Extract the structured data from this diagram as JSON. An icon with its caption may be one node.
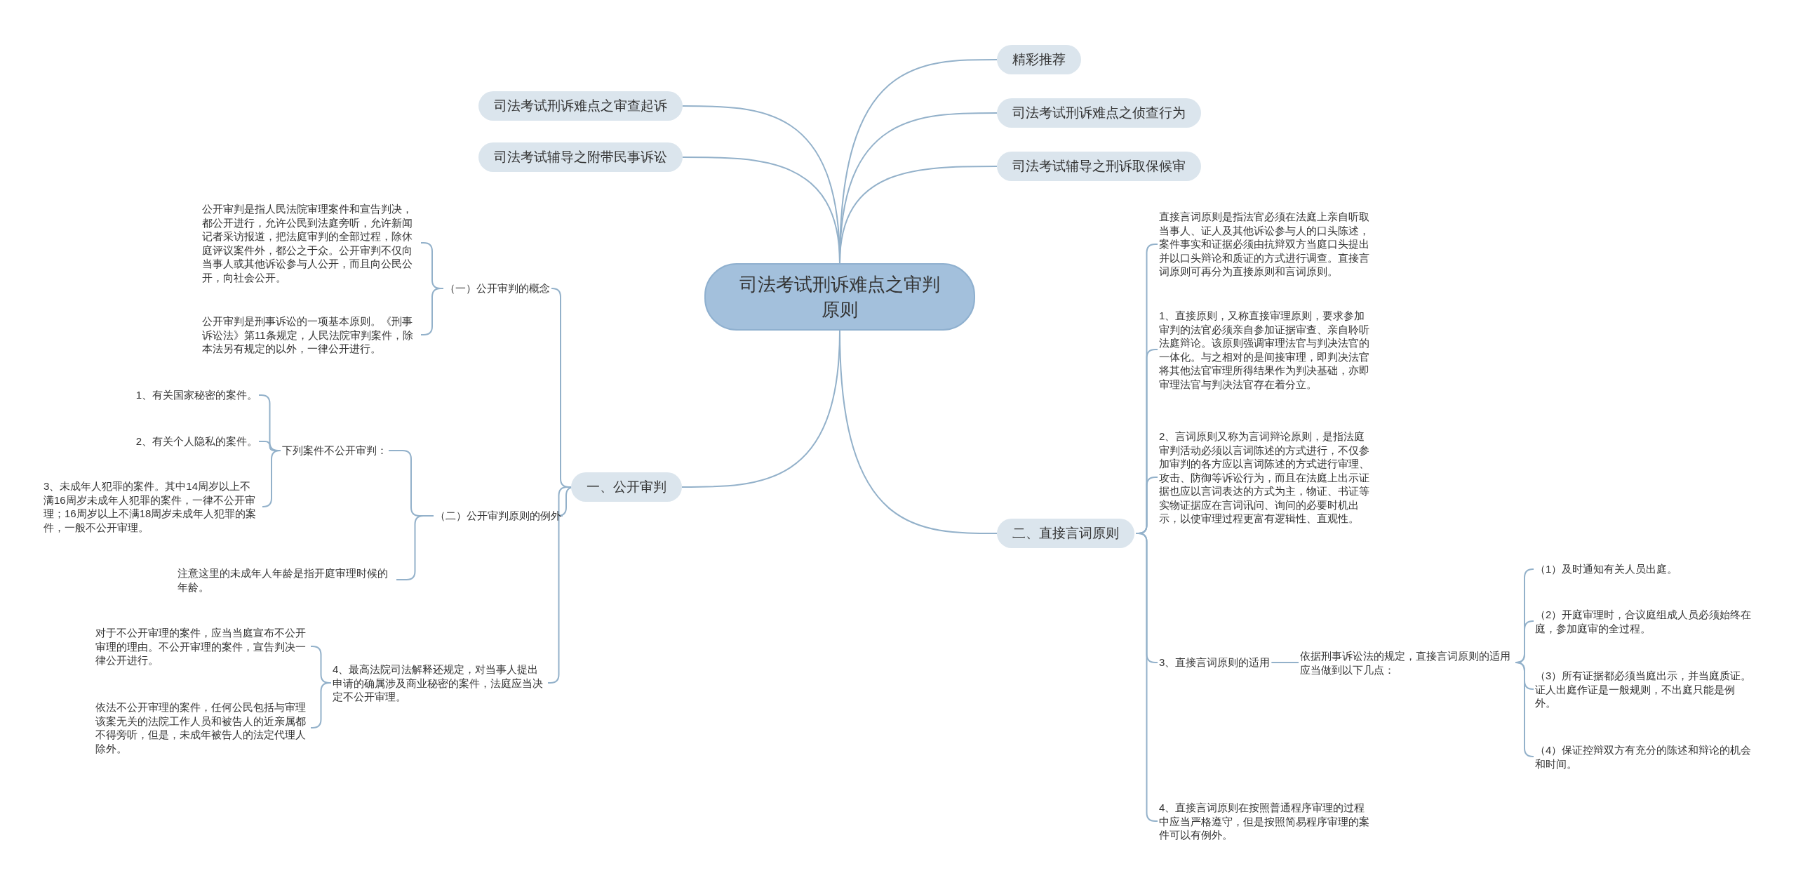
{
  "diagram": {
    "nodes": [
      {
        "text": [
          "司法考试刑诉难点之审判原则"
        ]
      },
      {
        "text": [
          "精彩推荐"
        ]
      },
      {
        "text": [
          "司法考试刑诉难点之侦查行为"
        ]
      },
      {
        "text": [
          "司法考试辅导之刑诉取保候审"
        ]
      },
      {
        "text": [
          "司法考试刑诉难点之审查起诉"
        ]
      },
      {
        "text": [
          "司法考试辅导之附带民事诉讼"
        ]
      },
      {
        "text": [
          "一、公开审判"
        ]
      },
      {
        "text": [
          "（一）公开审判的概念"
        ]
      },
      {
        "text": [
          "公开审判是指人民法院审理案件和宣告判决，都公开进行，允许公民到法庭旁听，允许新闻记者采访报道，把法庭审判的全部过程，除休庭评议案件外，都公之于众。公开审判不仅向当事人或其他诉讼参与人公开，而且向公民公开，向社会公开。"
        ]
      },
      {
        "text": [
          "公开审判是刑事诉讼的一项基本原则。《刑事诉讼法》第11条规定，人民法院审判案件，除本法另有规定的以外，一律公开进行。"
        ]
      },
      {
        "text": [
          "（二）公开审判原则的例外"
        ]
      },
      {
        "text": [
          "下列案件不公开审判："
        ]
      },
      {
        "text": [
          "1、有关国家秘密的案件。"
        ]
      },
      {
        "text": [
          "2、有关个人隐私的案件。"
        ]
      },
      {
        "text": [
          "3、未成年人犯罪的案件。其中14周岁以上不满16周岁未成年人犯罪的案件，一律不公开审理；16周岁以上不满18周岁未成年人犯罪的案件，一般不公开审理。"
        ]
      },
      {
        "text": [
          "注意这里的未成年人年龄是指开庭审理时候的年龄。"
        ]
      },
      {
        "text": [
          "4、最高法院司法解释还规定，对当事人提出申请的确属涉及商业秘密的案件，法庭应当决定不公开审理。"
        ]
      },
      {
        "text": [
          "对于不公开审理的案件，应当当庭宣布不公开审理的理由。不公开审理的案件，宣告判决一律公开进行。"
        ]
      },
      {
        "text": [
          "依法不公开审理的案件，任何公民包括与审理该案无关的法院工作人员和被告人的近亲属都不得旁听，但是，未成年被告人的法定代理人除外。"
        ]
      },
      {
        "text": [
          "二、直接言词原则"
        ]
      },
      {
        "text": [
          "直接言词原则是指法官必须在法庭上亲自听取当事人、证人及其他诉讼参与人的口头陈述，案件事实和证据必须由抗辩双方当庭口头提出并以口头辩论和质证的方式进行调查。直接言词原则可再分为直接原则和言词原则。"
        ]
      },
      {
        "text": [
          "1、直接原则，又称直接审理原则，要求参加审判的法官必须亲自参加证据审查、亲自聆听法庭辩论。该原则强调审理法官与判决法官的一体化。与之相对的是间接审理，即判决法官将其他法官审理所得结果作为判决基础，亦即审理法官与判决法官存在着分立。"
        ]
      },
      {
        "text": [
          "2、言词原则又称为言词辩论原则，是指法庭审判活动必须以言词陈述的方式进行，不仅参加审判的各方应以言词陈述的方式进行审理、攻击、防御等诉讼行为，而且在法庭上出示证据也应以言词表达的方式为主，物证、书证等实物证据应在言词讯问、询问的必要时机出示，以使审理过程更富有逻辑性、直观性。"
        ]
      },
      {
        "text": [
          "3、直接言词原则的适用"
        ]
      },
      {
        "text": [
          "依据刑事诉讼法的规定，直接言词原则的适用应当做到以下几点："
        ]
      },
      {
        "text": [
          "（1）及时通知有关人员出庭。"
        ]
      },
      {
        "text": [
          "（2）开庭审理时，合议庭组成人员必须始终在庭，参加庭审的全过程。"
        ]
      },
      {
        "text": [
          "（3）所有证据都必须当庭出示，并当庭质证。证人出庭作证是一般规则，不出庭只能是例外。"
        ]
      },
      {
        "text": [
          "（4）保证控辩双方有充分的陈述和辩论的机会和时间。"
        ]
      },
      {
        "text": [
          "4、直接言词原则在按照普通程序审理的过程中应当严格遵守，但是按照简易程序审理的案件可以有例外。"
        ]
      }
    ],
    "edges": [
      {
        "from": 0,
        "to": 1,
        "arrow": "none"
      },
      {
        "from": 0,
        "to": 2,
        "arrow": "none"
      },
      {
        "from": 0,
        "to": 3,
        "arrow": "none"
      },
      {
        "from": 0,
        "to": 4,
        "arrow": "none"
      },
      {
        "from": 0,
        "to": 5,
        "arrow": "none"
      },
      {
        "from": 0,
        "to": 6,
        "arrow": "none"
      },
      {
        "from": 0,
        "to": 19,
        "arrow": "none"
      },
      {
        "from": 6,
        "to": 7,
        "arrow": "none"
      },
      {
        "from": 7,
        "to": 8,
        "arrow": "none"
      },
      {
        "from": 7,
        "to": 9,
        "arrow": "none"
      },
      {
        "from": 6,
        "to": 10,
        "arrow": "none"
      },
      {
        "from": 10,
        "to": 11,
        "arrow": "none"
      },
      {
        "from": 11,
        "to": 12,
        "arrow": "none"
      },
      {
        "from": 11,
        "to": 13,
        "arrow": "none"
      },
      {
        "from": 11,
        "to": 14,
        "arrow": "none"
      },
      {
        "from": 10,
        "to": 15,
        "arrow": "none"
      },
      {
        "from": 6,
        "to": 16,
        "arrow": "none"
      },
      {
        "from": 16,
        "to": 17,
        "arrow": "none"
      },
      {
        "from": 16,
        "to": 18,
        "arrow": "none"
      },
      {
        "from": 19,
        "to": 20,
        "arrow": "none"
      },
      {
        "from": 19,
        "to": 21,
        "arrow": "none"
      },
      {
        "from": 19,
        "to": 22,
        "arrow": "none"
      },
      {
        "from": 19,
        "to": 23,
        "arrow": "none"
      },
      {
        "from": 23,
        "to": 24,
        "arrow": "none"
      },
      {
        "from": 24,
        "to": 25,
        "arrow": "none"
      },
      {
        "from": 24,
        "to": 26,
        "arrow": "none"
      },
      {
        "from": 24,
        "to": 27,
        "arrow": "none"
      },
      {
        "from": 24,
        "to": 28,
        "arrow": "none"
      },
      {
        "from": 19,
        "to": 29,
        "arrow": "none"
      }
    ]
  }
}
